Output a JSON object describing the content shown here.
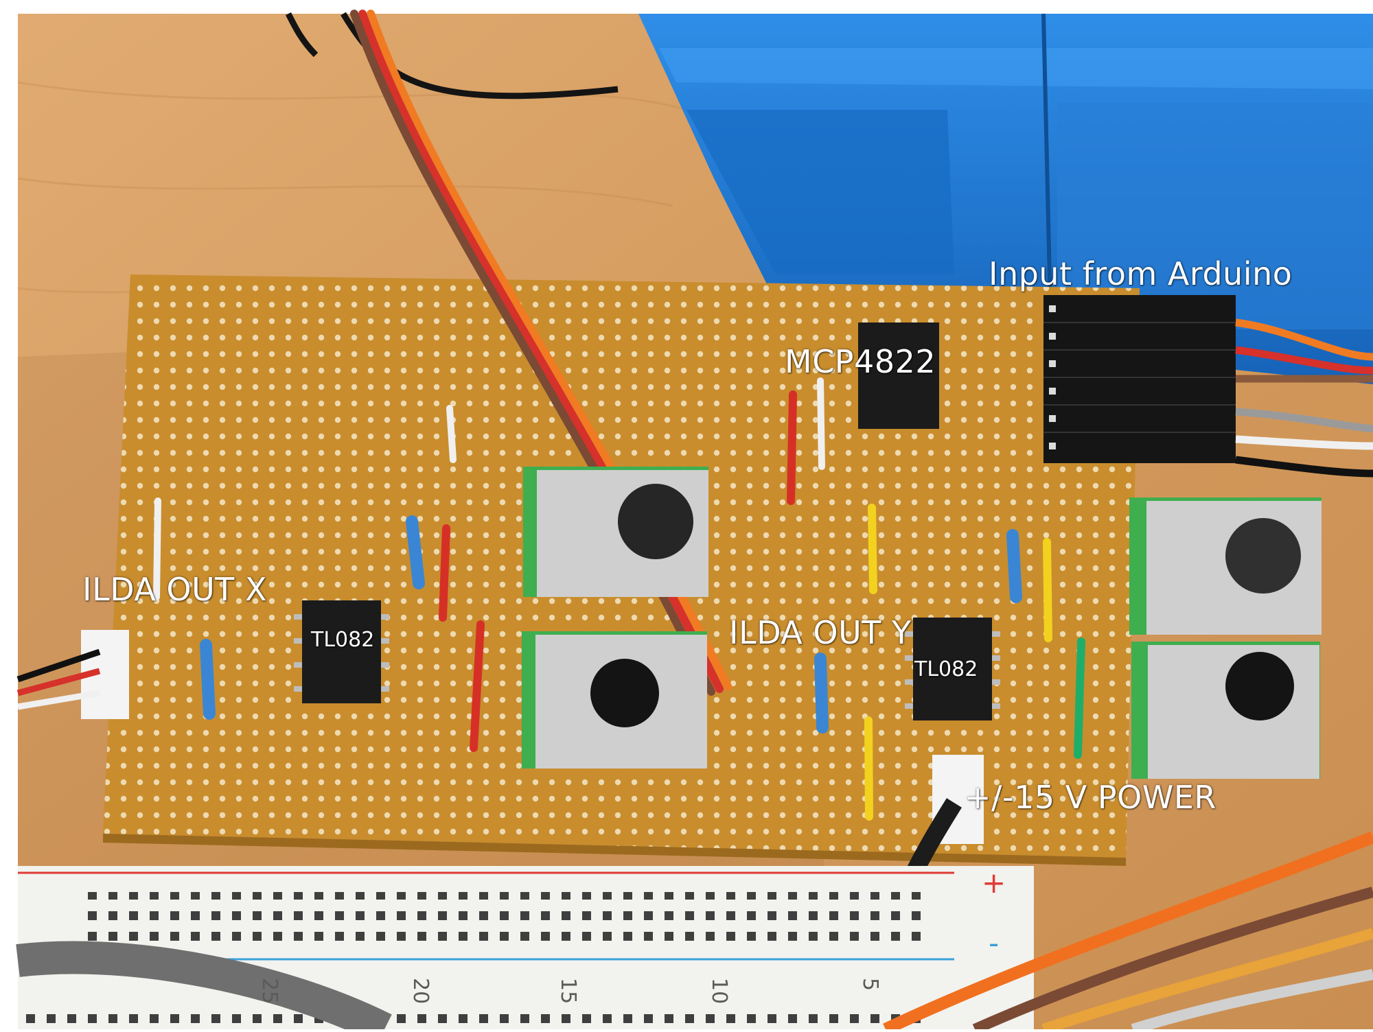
{
  "labels": {
    "input": "Input from Arduino",
    "dac": "MCP4822",
    "ilda_x": "ILDA OUT X",
    "ilda_y": "ILDA OUT Y",
    "opamp_1": "TL082",
    "opamp_2": "TL082",
    "power": "+/-15 V POWER"
  },
  "breadboard": {
    "plus": "+",
    "minus": "-",
    "numbers": [
      "25",
      "20",
      "15",
      "10",
      "5"
    ]
  },
  "colors": {
    "wood": "#d9a066",
    "pcb": "#c98d2e",
    "blue_box": "#1e78d2",
    "breadboard": "#f2f2ee",
    "rail_red": "#e03a36",
    "rail_blue": "#3aa0d8"
  }
}
